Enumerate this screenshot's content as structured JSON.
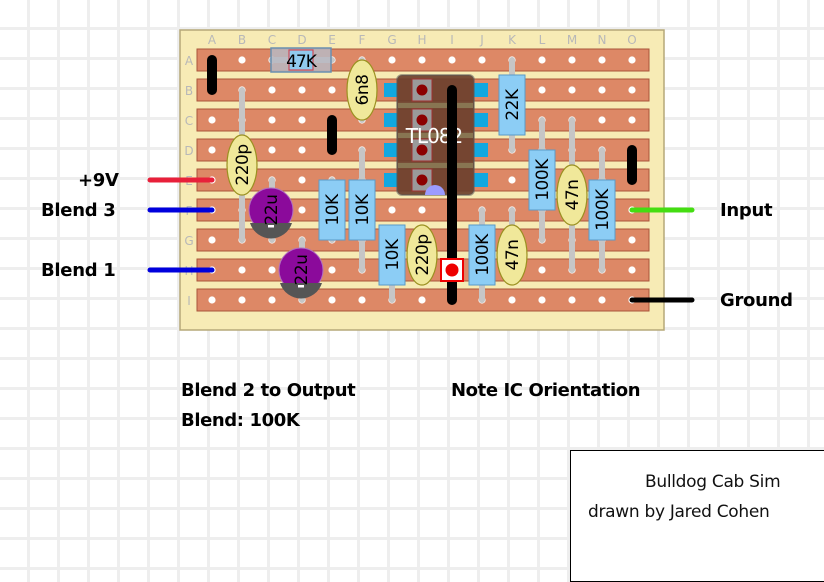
{
  "board": {
    "columns": [
      "A",
      "B",
      "C",
      "D",
      "E",
      "F",
      "G",
      "H",
      "I",
      "J",
      "K",
      "L",
      "M",
      "N",
      "O"
    ],
    "rows": [
      "A",
      "B",
      "C",
      "D",
      "E",
      "F",
      "G",
      "H",
      "I"
    ],
    "colors": {
      "board_bg": "#f7ebb5",
      "strip": "#dd8866",
      "strip_border": "#a9553a",
      "hole": "#ffffff",
      "resistor": "#8ccdf5",
      "ceramic_cap": "#f0e89a",
      "electrolytic_cap": "#8b0a9b",
      "ic_body": "#6b3f2c",
      "ic_pin": "#11a8e0",
      "ic_pad": "#8b0000",
      "ic_notch": "#9b9bff",
      "link": "#000000",
      "lead": "#c6c6c6"
    }
  },
  "components": {
    "ic": {
      "label": "TL082"
    },
    "resistors": [
      {
        "label": "47K",
        "orientation": "horizontal"
      },
      {
        "label": "22K"
      },
      {
        "label": "10K"
      },
      {
        "label": "10K"
      },
      {
        "label": "10K"
      },
      {
        "label": "100K"
      },
      {
        "label": "100K"
      },
      {
        "label": "100K"
      }
    ],
    "ceramic_caps": [
      {
        "label": "6n8"
      },
      {
        "label": "220p"
      },
      {
        "label": "220p"
      },
      {
        "label": "47n"
      },
      {
        "label": "47n"
      }
    ],
    "electrolytic_caps": [
      {
        "label": "22u"
      },
      {
        "label": "22u"
      }
    ]
  },
  "wires": {
    "power": {
      "label": "+9V",
      "color": "#e8203a"
    },
    "blend3": {
      "label": "Blend 3",
      "color": "#0000dd"
    },
    "blend1": {
      "label": "Blend 1",
      "color": "#0000dd"
    },
    "input": {
      "label": "Input",
      "color": "#44dd11"
    },
    "ground": {
      "label": "Ground",
      "color": "#000000"
    }
  },
  "notes": {
    "blend2": "Blend 2 to Output",
    "blend_pot": "Blend: 100K",
    "ic_orientation": "Note IC Orientation"
  },
  "credits": {
    "title": "Bulldog Cab Sim",
    "author": "drawn by Jared Cohen"
  }
}
